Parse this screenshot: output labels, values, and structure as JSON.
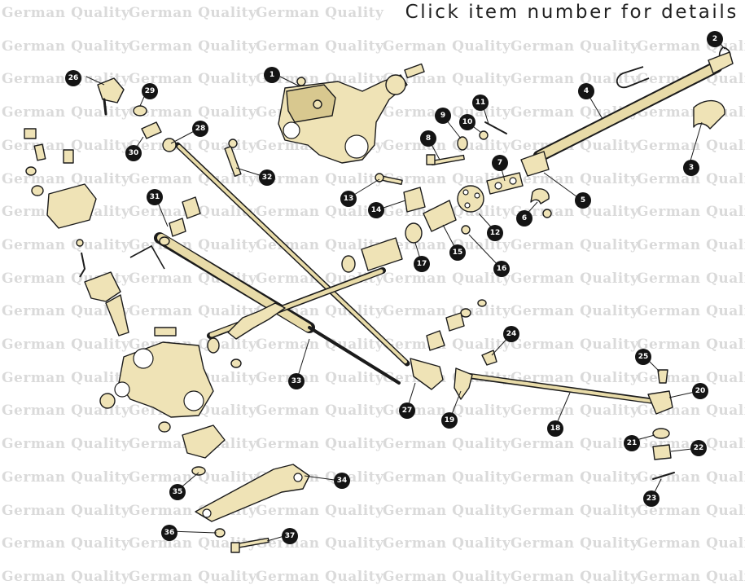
{
  "header": {
    "title": "Click item number for details"
  },
  "watermark": {
    "text": "German Quality"
  },
  "colors": {
    "part_fill": "#efe3b6",
    "line": "#1b1b1b",
    "callout": "#141414",
    "watermark": "#dadada"
  },
  "items": [
    {
      "num": "1"
    },
    {
      "num": "2"
    },
    {
      "num": "3"
    },
    {
      "num": "4"
    },
    {
      "num": "5"
    },
    {
      "num": "6"
    },
    {
      "num": "7"
    },
    {
      "num": "8"
    },
    {
      "num": "9"
    },
    {
      "num": "10"
    },
    {
      "num": "11"
    },
    {
      "num": "12"
    },
    {
      "num": "13"
    },
    {
      "num": "14"
    },
    {
      "num": "15"
    },
    {
      "num": "16"
    },
    {
      "num": "17"
    },
    {
      "num": "18"
    },
    {
      "num": "19"
    },
    {
      "num": "20"
    },
    {
      "num": "21"
    },
    {
      "num": "22"
    },
    {
      "num": "23"
    },
    {
      "num": "24"
    },
    {
      "num": "25"
    },
    {
      "num": "26"
    },
    {
      "num": "27"
    },
    {
      "num": "28"
    },
    {
      "num": "29"
    },
    {
      "num": "30"
    },
    {
      "num": "31"
    },
    {
      "num": "32"
    },
    {
      "num": "33"
    },
    {
      "num": "34"
    },
    {
      "num": "35"
    },
    {
      "num": "36"
    },
    {
      "num": "37"
    }
  ]
}
